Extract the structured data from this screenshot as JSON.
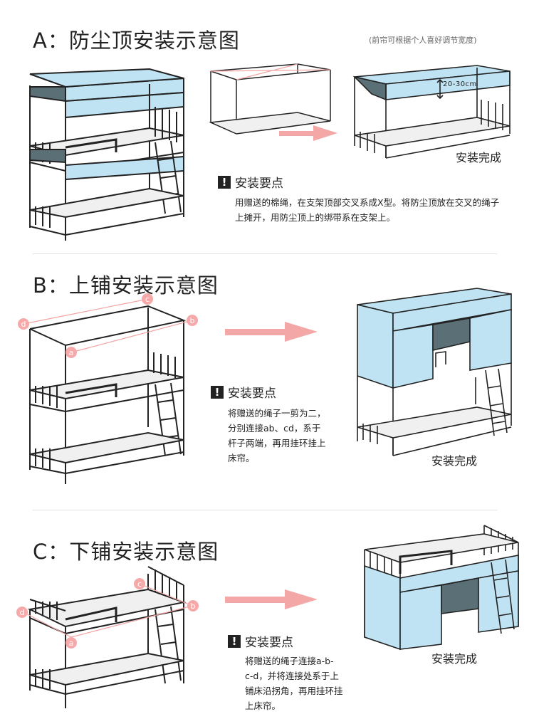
{
  "section_a": {
    "title": "A：防尘顶安装示意图",
    "note": "(前帘可根据个人喜好调节宽度)",
    "dimension": "20-30cm",
    "done_label": "安装完成",
    "tip_title": "安装要点",
    "tip_text": "用赠送的棉绳，在支架顶部交叉系成X型。将防尘顶放在交叉的绳子上摊开，用防尘顶上的绑带系在支架上。"
  },
  "section_b": {
    "title": "B：上铺安装示意图",
    "points": [
      "a",
      "b",
      "c",
      "d"
    ],
    "done_label": "安装完成",
    "tip_title": "安装要点",
    "tip_lines": [
      "将赠送的绳子一剪为二，",
      "分别连接ab、cd，系于",
      "杆子两端，再用挂环挂上",
      "床帘。"
    ]
  },
  "section_c": {
    "title": "C：下铺安装示意图",
    "points": [
      "a",
      "b",
      "c",
      "d"
    ],
    "done_label": "安装完成",
    "tip_title": "安装要点",
    "tip_lines": [
      "将赠送的绳子连接a-b-",
      "c-d，并将连接处系于上",
      "铺床沿拐角，再用挂环挂",
      "上床帘。"
    ]
  },
  "colors": {
    "curtain": "#bfe3f3",
    "dark_panel": "#5b6f76",
    "deck": "#f0f0f0",
    "rope": "#f3a3a3",
    "arrow": "#f4a7a7"
  }
}
